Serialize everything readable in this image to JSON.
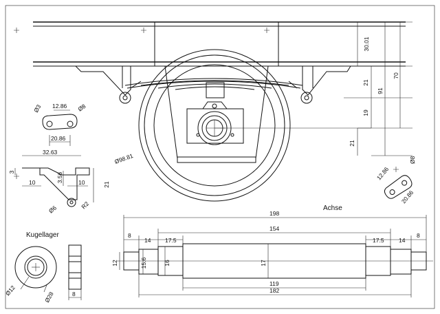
{
  "labels": {
    "achse": "Achse",
    "kugellager": "Kugellager"
  },
  "dims": {
    "d30_01": "30.01",
    "d70": "70",
    "d91": "91",
    "d21a": "21",
    "d19": "19",
    "d21b": "21",
    "d12_86a": "12.86",
    "d20_86a": "20.86",
    "phi8a": "Ø8",
    "phi3": "Ø3",
    "d32_63": "32.63",
    "d3": "3",
    "d10a": "10",
    "d3_56": "3.56",
    "d10b": "10",
    "d21c": "21",
    "phi6": "Ø6",
    "r2": "R2",
    "phi98_81": "Ø98.81",
    "d12_86b": "12.86",
    "d20_86b": "20.86",
    "phi8b": "Ø8",
    "d198": "198",
    "d154": "154",
    "d8a": "8",
    "d14a": "14",
    "d17_5a": "17.5",
    "d17_5b": "17.5",
    "d14b": "14",
    "d8b": "8",
    "d12": "12",
    "d15_6": "15.6",
    "d16": "16",
    "d17": "17",
    "d119": "119",
    "d182": "182",
    "phi12": "Ø12",
    "phi28": "Ø28",
    "d8c": "8"
  }
}
